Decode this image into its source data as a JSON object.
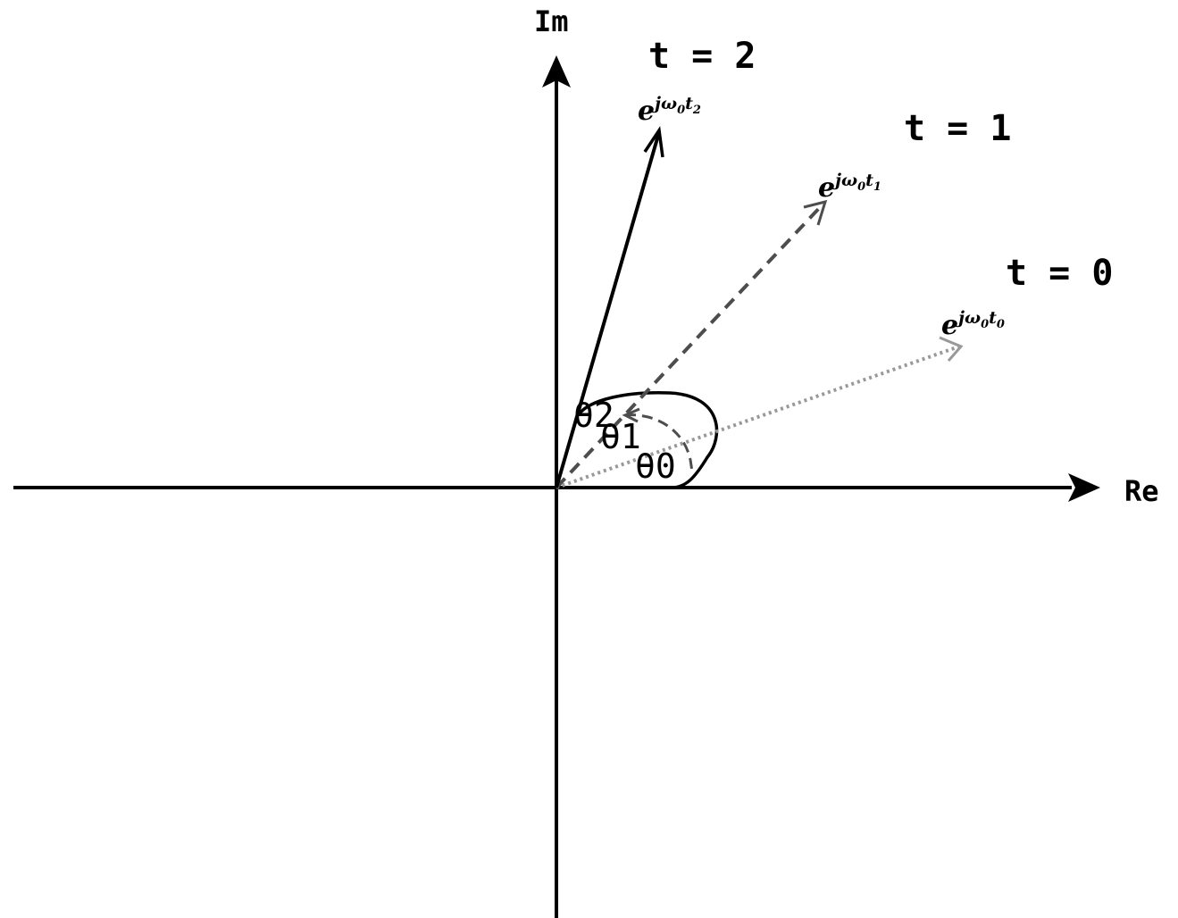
{
  "axes": {
    "real_label": "Re",
    "imag_label": "Im"
  },
  "time_labels": {
    "t0": "t = 0",
    "t1": "t = 1",
    "t2": "t = 2"
  },
  "phasors": {
    "p0": {
      "base": "e",
      "sup": "jω",
      "sup_sub": "0",
      "sup2": "t",
      "sup2_sub": "0",
      "color": "#999999",
      "style": "dotted"
    },
    "p1": {
      "base": "e",
      "sup": "jω",
      "sup_sub": "0",
      "sup2": "t",
      "sup2_sub": "1",
      "color": "#4d4d4d",
      "style": "dashed"
    },
    "p2": {
      "base": "e",
      "sup": "jω",
      "sup_sub": "0",
      "sup2": "t",
      "sup2_sub": "2",
      "color": "#000000",
      "style": "solid"
    }
  },
  "angles": {
    "theta0": "θ0",
    "theta1": "θ1",
    "theta2": "θ2"
  },
  "colors": {
    "axis": "#000000",
    "background": "#ffffff"
  }
}
